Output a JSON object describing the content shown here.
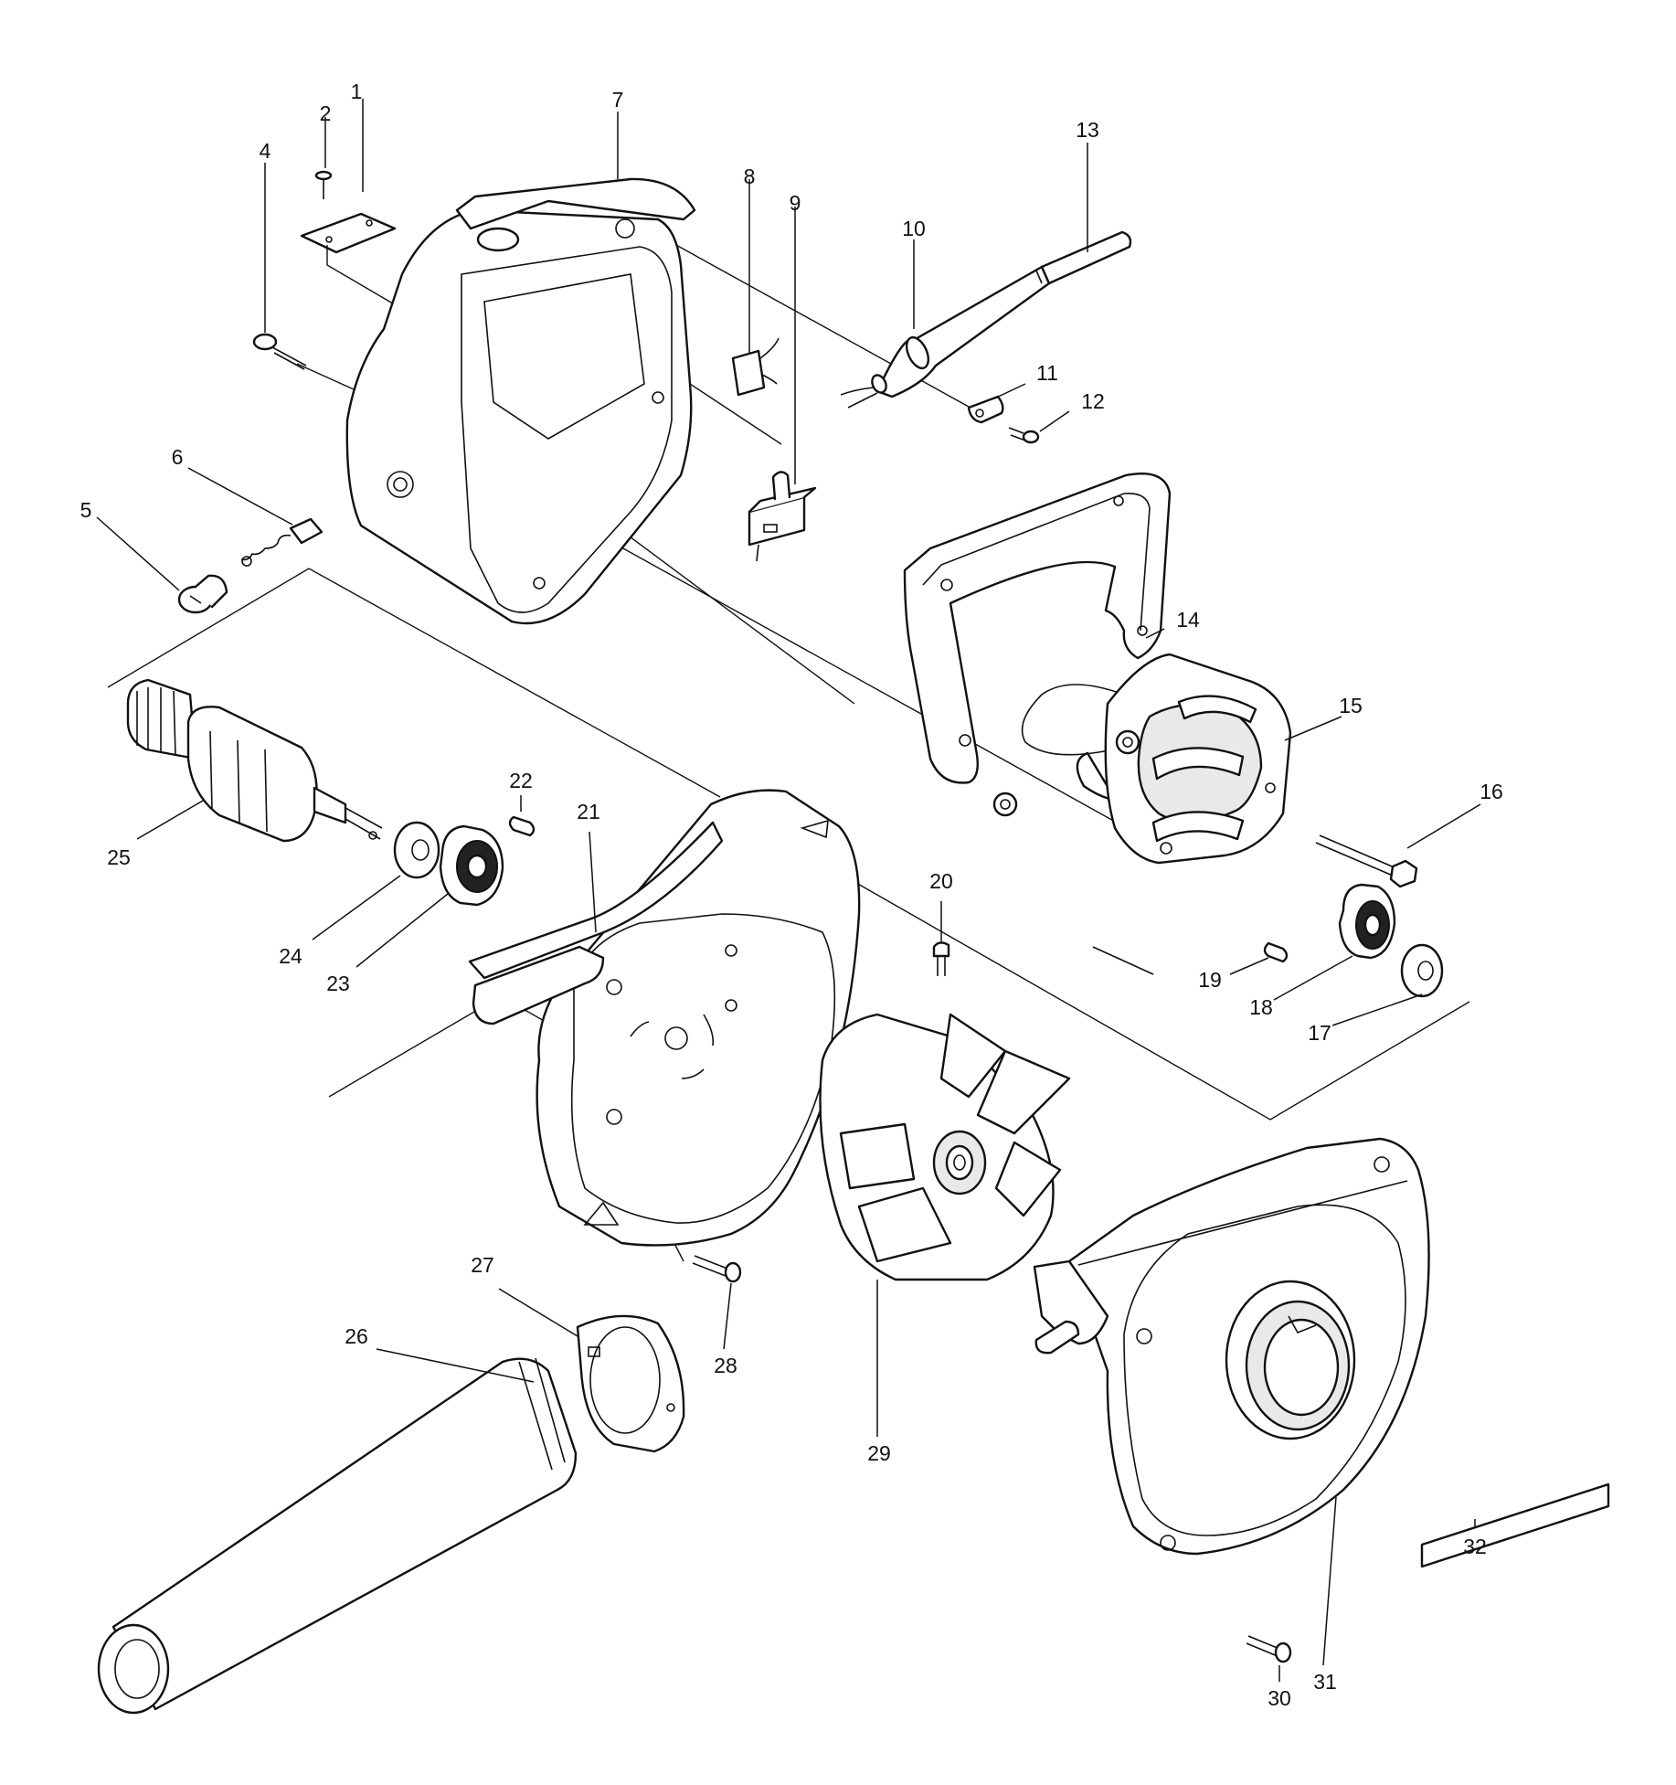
{
  "diagram": {
    "callouts": [
      {
        "id": "c1",
        "text": "1"
      },
      {
        "id": "c2",
        "text": "2"
      },
      {
        "id": "c4",
        "text": "4"
      },
      {
        "id": "c5",
        "text": "5"
      },
      {
        "id": "c6",
        "text": "6"
      },
      {
        "id": "c7",
        "text": "7"
      },
      {
        "id": "c8",
        "text": "8"
      },
      {
        "id": "c9",
        "text": "9"
      },
      {
        "id": "c10",
        "text": "10"
      },
      {
        "id": "c11",
        "text": "11"
      },
      {
        "id": "c12",
        "text": "12"
      },
      {
        "id": "c13",
        "text": "13"
      },
      {
        "id": "c14",
        "text": "14"
      },
      {
        "id": "c15",
        "text": "15"
      },
      {
        "id": "c16",
        "text": "16"
      },
      {
        "id": "c17",
        "text": "17"
      },
      {
        "id": "c18",
        "text": "18"
      },
      {
        "id": "c19",
        "text": "19"
      },
      {
        "id": "c20",
        "text": "20"
      },
      {
        "id": "c21",
        "text": "21"
      },
      {
        "id": "c22",
        "text": "22"
      },
      {
        "id": "c23",
        "text": "23"
      },
      {
        "id": "c24",
        "text": "24"
      },
      {
        "id": "c25",
        "text": "25"
      },
      {
        "id": "c26",
        "text": "26"
      },
      {
        "id": "c27",
        "text": "27"
      },
      {
        "id": "c28",
        "text": "28"
      },
      {
        "id": "c29",
        "text": "29"
      },
      {
        "id": "c30",
        "text": "30"
      },
      {
        "id": "c31",
        "text": "31"
      },
      {
        "id": "c32",
        "text": "32"
      }
    ]
  }
}
